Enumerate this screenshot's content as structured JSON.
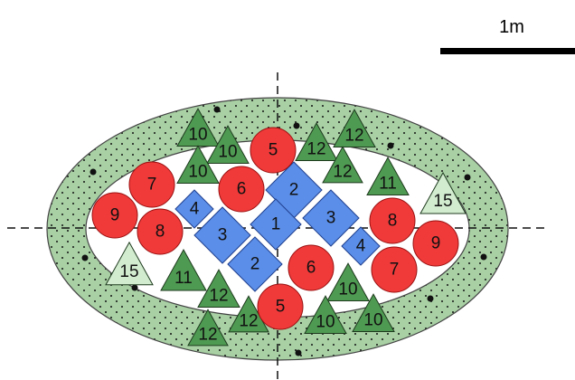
{
  "colors": {
    "ring_fill": "#a8d0a4",
    "ring_stroke": "#444444",
    "dot": "#111111",
    "circle": "#f03a3a",
    "circle_stroke": "#9a1010",
    "diamond": "#5b8ee8",
    "diamond_stroke": "#1f3f8f",
    "triangle_dark": "#4f9a52",
    "triangle_light": "#d2ecd0",
    "triangle_stroke": "#1e3a1e",
    "axis": "#111111"
  },
  "scale_bar": {
    "label": "1m"
  },
  "plants": [
    {
      "label": "10",
      "shape": "triangle",
      "tone": "dark"
    },
    {
      "label": "10",
      "shape": "triangle",
      "tone": "dark"
    },
    {
      "label": "10",
      "shape": "triangle",
      "tone": "dark"
    },
    {
      "label": "12",
      "shape": "triangle",
      "tone": "dark"
    },
    {
      "label": "12",
      "shape": "triangle",
      "tone": "dark"
    },
    {
      "label": "12",
      "shape": "triangle",
      "tone": "dark"
    },
    {
      "label": "11",
      "shape": "triangle",
      "tone": "dark"
    },
    {
      "label": "15",
      "shape": "triangle",
      "tone": "light"
    },
    {
      "label": "15",
      "shape": "triangle",
      "tone": "light"
    },
    {
      "label": "11",
      "shape": "triangle",
      "tone": "dark"
    },
    {
      "label": "12",
      "shape": "triangle",
      "tone": "dark"
    },
    {
      "label": "12",
      "shape": "triangle",
      "tone": "dark"
    },
    {
      "label": "12",
      "shape": "triangle",
      "tone": "dark"
    },
    {
      "label": "10",
      "shape": "triangle",
      "tone": "dark"
    },
    {
      "label": "10",
      "shape": "triangle",
      "tone": "dark"
    },
    {
      "label": "10",
      "shape": "triangle",
      "tone": "dark"
    },
    {
      "label": "2",
      "shape": "diamond"
    },
    {
      "label": "3",
      "shape": "diamond"
    },
    {
      "label": "4",
      "shape": "diamond"
    },
    {
      "label": "3",
      "shape": "diamond"
    },
    {
      "label": "1",
      "shape": "diamond"
    },
    {
      "label": "2",
      "shape": "diamond"
    },
    {
      "label": "4",
      "shape": "diamond"
    },
    {
      "label": "5",
      "shape": "circle"
    },
    {
      "label": "7",
      "shape": "circle"
    },
    {
      "label": "6",
      "shape": "circle"
    },
    {
      "label": "9",
      "shape": "circle"
    },
    {
      "label": "8",
      "shape": "circle"
    },
    {
      "label": "8",
      "shape": "circle"
    },
    {
      "label": "9",
      "shape": "circle"
    },
    {
      "label": "6",
      "shape": "circle"
    },
    {
      "label": "7",
      "shape": "circle"
    },
    {
      "label": "5",
      "shape": "circle"
    }
  ]
}
